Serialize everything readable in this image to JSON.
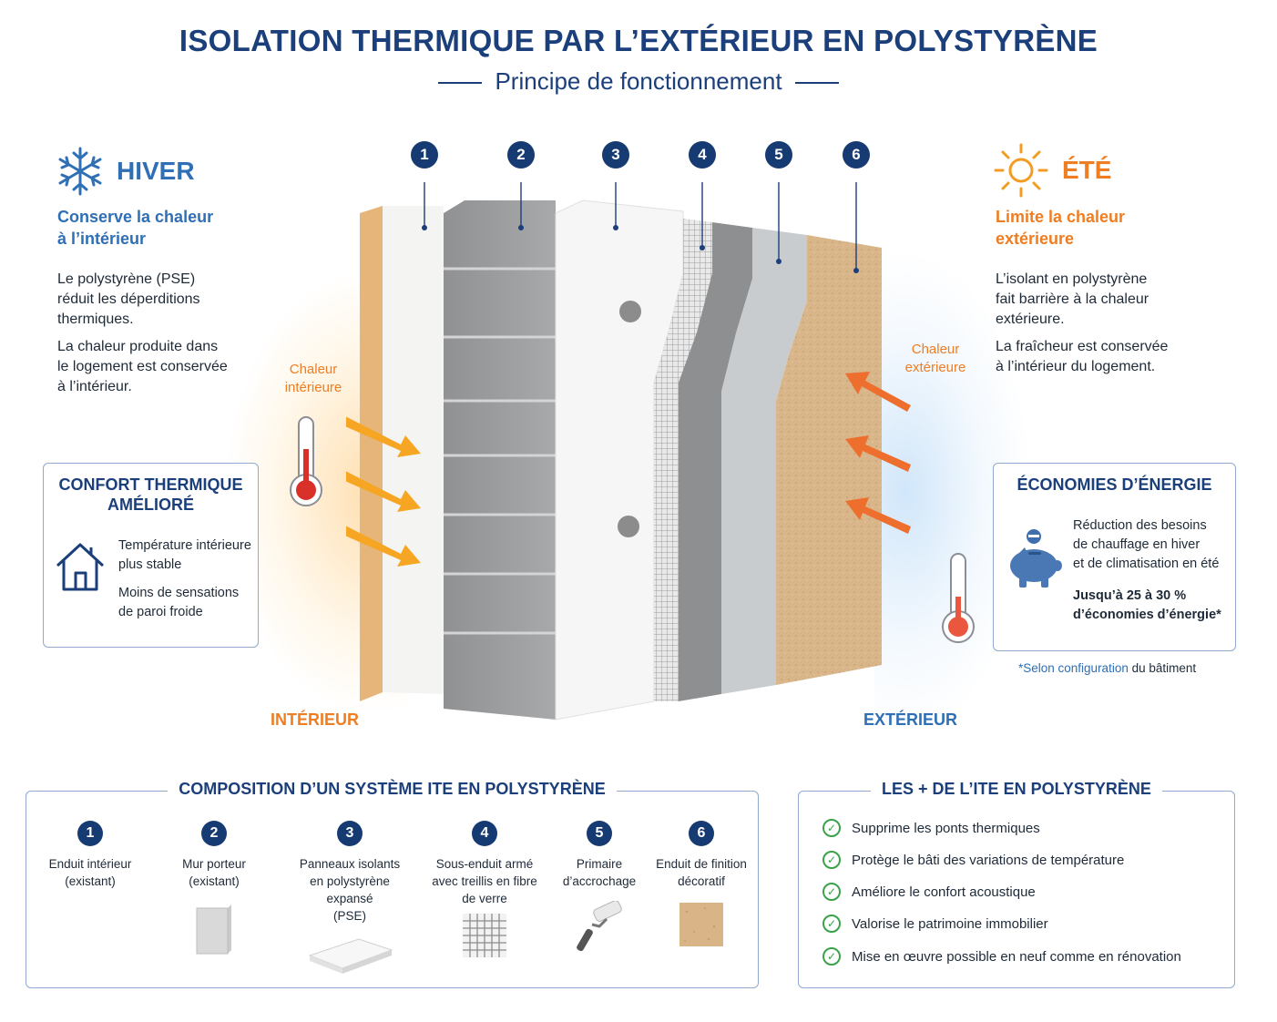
{
  "header": {
    "title": "ISOLATION THERMIQUE PAR L’EXTÉRIEUR EN POLYSTYRÈNE",
    "subtitle": "Principe de fonctionnement"
  },
  "colors": {
    "navy": "#1b3f7a",
    "blue": "#2e6fb5",
    "orange": "#ef7d22",
    "green": "#3aa34a"
  },
  "winter": {
    "icon": "snowflake-icon",
    "title": "HIVER",
    "sub1": "Conserve la chaleur",
    "sub2": "à l’intérieur",
    "text1": [
      "Le polystyrène (PSE)",
      "réduit les déperditions",
      "thermiques."
    ],
    "text2": [
      "La chaleur produite dans",
      "le logement est conservée",
      "à l’intérieur."
    ]
  },
  "summer": {
    "icon": "sun-icon",
    "title": "ÉTÉ",
    "sub1": "Limite la chaleur",
    "sub2": "extérieure",
    "text1": [
      "L’isolant en polystyrène",
      "fait barrière à la chaleur",
      "extérieure."
    ],
    "text2": [
      "La fraîcheur est conservée",
      "à l’intérieur du logement."
    ]
  },
  "comfort_box": {
    "title1": "CONFORT THERMIQUE",
    "title2": "AMÉLIORÉ",
    "icon": "house-icon",
    "item1": [
      "Température intérieure",
      "plus stable"
    ],
    "item2": [
      "Moins de sensations",
      "de paroi froide"
    ]
  },
  "energy_box": {
    "title": "ÉCONOMIES D’ÉNERGIE",
    "icon": "piggy-bank-icon",
    "text": [
      "Réduction des besoins",
      "de chauffage en hiver",
      "et de climatisation en été"
    ],
    "highlight": [
      "Jusqu’à 25 à 30 %",
      "d’économies d’énergie*"
    ],
    "footnote_a": "*Selon configuration",
    "footnote_b": " du bâtiment"
  },
  "callouts": {
    "inside_heat": [
      "Chaleur",
      "intérieure"
    ],
    "outside_heat": [
      "Chaleur",
      "extérieure"
    ]
  },
  "labels": {
    "interior": "INTÉRIEUR",
    "exterior": "EXTÉRIEUR"
  },
  "wall_numbers": [
    "1",
    "2",
    "3",
    "4",
    "5",
    "6"
  ],
  "composition": {
    "title": "COMPOSITION D’UN SYSTÈME ITE EN POLYSTYRÈNE",
    "items": [
      {
        "num": "1",
        "label": [
          "Enduit intérieur",
          "(existant)"
        ]
      },
      {
        "num": "2",
        "label": [
          "Mur porteur",
          "(existant)"
        ]
      },
      {
        "num": "3",
        "label": [
          "Panneaux isolants",
          "en polystyrène expansé",
          "(PSE)"
        ]
      },
      {
        "num": "4",
        "label": [
          "Sous-enduit armé",
          "avec treillis en fibre",
          "de verre"
        ]
      },
      {
        "num": "5",
        "label": [
          "Primaire",
          "d’accrochage"
        ]
      },
      {
        "num": "6",
        "label": [
          "Enduit de finition",
          "décoratif"
        ]
      }
    ]
  },
  "advantages": {
    "title": "LES + DE L’ITE EN POLYSTYRÈNE",
    "items": [
      "Supprime les ponts thermiques",
      "Protège le bâti des variations de température",
      "Améliore le confort acoustique",
      "Valorise le patrimoine immobilier",
      "Mise en œuvre possible en neuf comme en rénovation"
    ]
  }
}
